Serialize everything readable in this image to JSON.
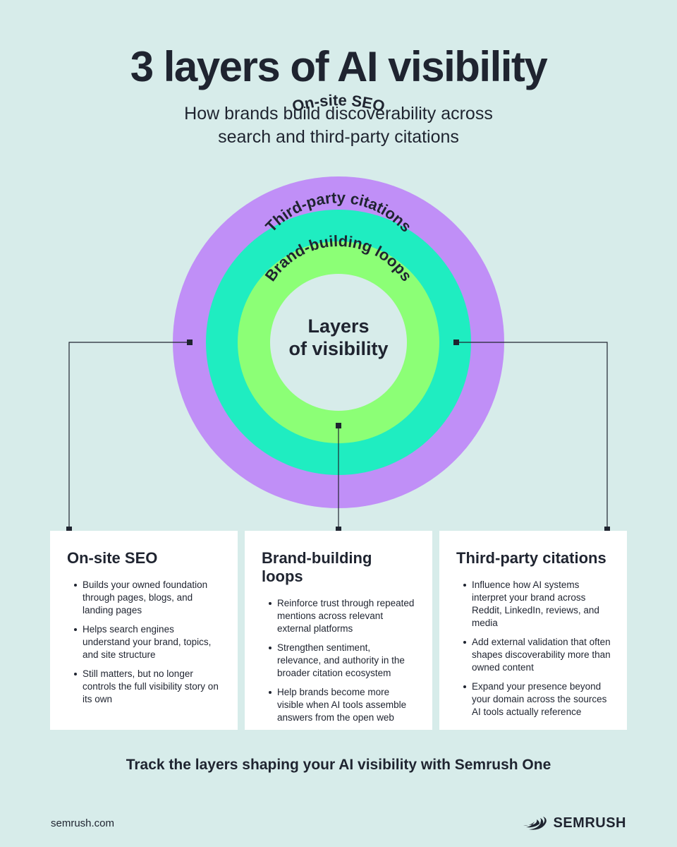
{
  "header": {
    "title": "3 layers of AI visibility",
    "subtitle_line1": "How brands build discoverability across",
    "subtitle_line2": "search and third-party citations"
  },
  "diagram": {
    "outer_label": "On-site SEO",
    "middle_label": "Third-party citations",
    "inner_label": "Brand-building loops",
    "center_line1": "Layers",
    "center_line2": "of visibility",
    "colors": {
      "outer": "#c08ff7",
      "middle": "#1fedc1",
      "inner": "#8cff76",
      "center": "#d7ecea",
      "background": "#d7ecea"
    }
  },
  "cards": [
    {
      "title": "On-site SEO",
      "bullets": [
        "Builds your owned foundation through pages, blogs, and landing pages",
        "Helps search engines understand your brand, topics, and site structure",
        "Still matters, but no longer controls the full visibility story on its own"
      ]
    },
    {
      "title": "Brand-building loops",
      "bullets": [
        "Reinforce trust through repeated mentions across relevant external platforms",
        "Strengthen sentiment, relevance, and authority in the broader citation ecosystem",
        "Help brands become more visible when AI tools assemble answers from the open web"
      ]
    },
    {
      "title": "Third-party citations",
      "bullets": [
        "Influence how AI systems interpret your brand across Reddit, LinkedIn, reviews, and media",
        "Add external validation that often shapes discoverability more than owned content",
        "Expand your presence beyond your domain across the sources AI tools actually reference"
      ]
    }
  ],
  "cta": "Track the layers shaping your AI visibility with Semrush One",
  "footer": {
    "url": "semrush.com",
    "brand_name": "SEMRUSH",
    "brand_icon": "semrush-flame-icon"
  }
}
